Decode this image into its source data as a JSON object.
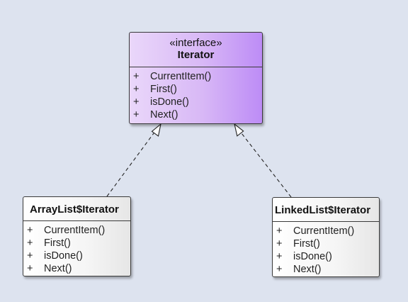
{
  "colors": {
    "background": "#dde3ef",
    "interface_fill_light": "#ead7fa",
    "interface_fill_dark": "#bd8cf6",
    "class_fill": "#f5f5f5",
    "border": "#3a3a3a"
  },
  "interface": {
    "stereotype": "«interface»",
    "name": "Iterator",
    "operations": [
      {
        "visibility": "+",
        "name": "CurrentItem()"
      },
      {
        "visibility": "+",
        "name": "First()"
      },
      {
        "visibility": "+",
        "name": "isDone()"
      },
      {
        "visibility": "+",
        "name": "Next()"
      }
    ]
  },
  "classes": [
    {
      "name": "ArrayList$Iterator",
      "operations": [
        {
          "visibility": "+",
          "name": "CurrentItem()"
        },
        {
          "visibility": "+",
          "name": "First()"
        },
        {
          "visibility": "+",
          "name": "isDone()"
        },
        {
          "visibility": "+",
          "name": "Next()"
        }
      ]
    },
    {
      "name": "LinkedList$Iterator",
      "operations": [
        {
          "visibility": "+",
          "name": "CurrentItem()"
        },
        {
          "visibility": "+",
          "name": "First()"
        },
        {
          "visibility": "+",
          "name": "isDone()"
        },
        {
          "visibility": "+",
          "name": "Next()"
        }
      ]
    }
  ],
  "relationships": [
    {
      "type": "realization",
      "from": "ArrayList$Iterator",
      "to": "Iterator"
    },
    {
      "type": "realization",
      "from": "LinkedList$Iterator",
      "to": "Iterator"
    }
  ]
}
